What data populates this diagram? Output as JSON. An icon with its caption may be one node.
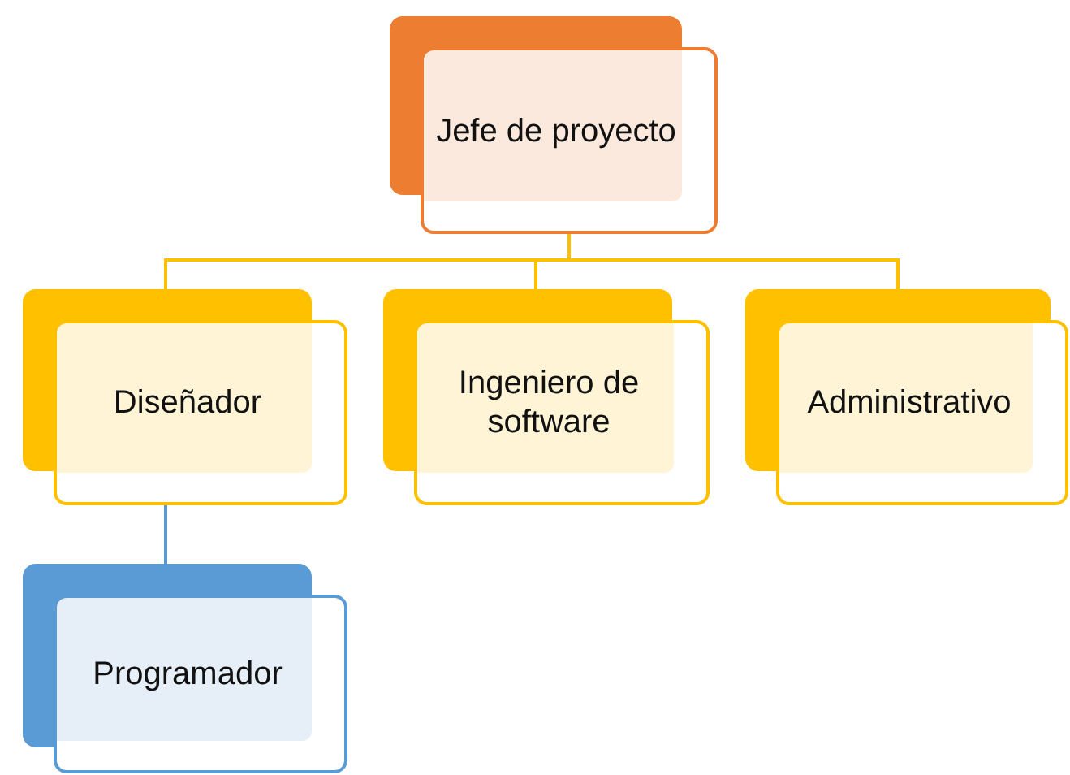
{
  "diagram": {
    "nodes": [
      {
        "text": [
          "Jefe de proyecto"
        ]
      },
      {
        "text": [
          "Diseñador"
        ]
      },
      {
        "text": [
          "Ingeniero de software"
        ]
      },
      {
        "text": [
          "Administrativo"
        ]
      },
      {
        "text": [
          "Programador"
        ]
      }
    ],
    "edges": [
      {
        "from": 0,
        "to": 1,
        "arrow": "none"
      },
      {
        "from": 0,
        "to": 2,
        "arrow": "none"
      },
      {
        "from": 0,
        "to": 3,
        "arrow": "none"
      },
      {
        "from": 1,
        "to": 4,
        "arrow": "none",
        "color": "#5b9bd5"
      }
    ]
  }
}
